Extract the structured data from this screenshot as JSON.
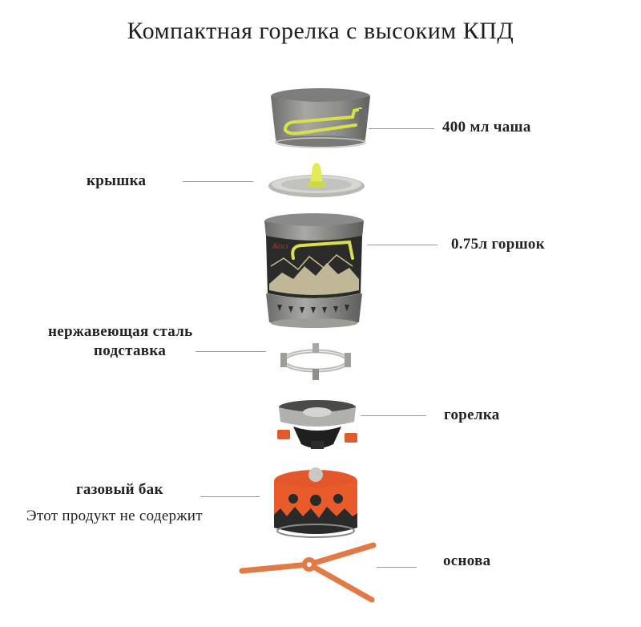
{
  "title": "Компактная горелка с высоким КПД",
  "parts": {
    "cup": {
      "label": "400 мл чаша"
    },
    "lid": {
      "label": "крышка"
    },
    "pot": {
      "label": "0.75л горшок",
      "brand_text": "Alocs"
    },
    "stand": {
      "label_line1": "нержавеющая сталь",
      "label_line2": "подставка"
    },
    "burner": {
      "label": "горелка"
    },
    "gas": {
      "label": "газовый бак",
      "note": "Этот продукт не содержит"
    },
    "base": {
      "label": "основа"
    }
  },
  "colors": {
    "aluminum": "#8e8f8c",
    "handle": "#d8e04a",
    "orange": "#e4572a",
    "leader": "#9a9a9a"
  }
}
